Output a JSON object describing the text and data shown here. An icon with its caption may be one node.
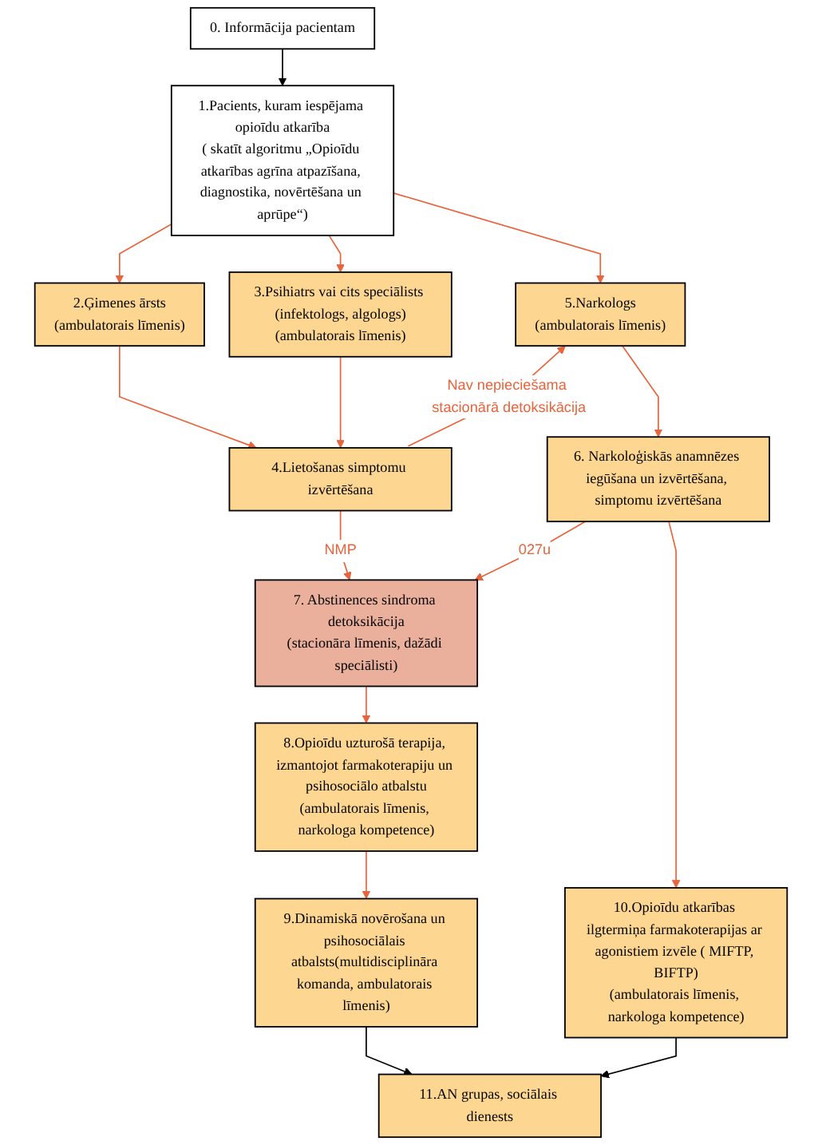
{
  "diagram": {
    "nodes": [
      {
        "text": [
          "1.Pacients, kuram iespējama opioīdu atkarība",
          "( skatīt algoritmu „Opioīdu atkarības agrīna atpazīšana, diagnostika, novērtēšana un aprūpe“)"
        ]
      },
      {
        "text": [
          "0. Informācija pacientam"
        ]
      },
      {
        "text": [
          "2.Ģimenes ārsts",
          "(ambulatorais līmenis)"
        ]
      },
      {
        "text": [
          "3.Psihiatrs vai cits speciālists (infektologs, algologs)",
          "(ambulatorais līmenis)"
        ]
      },
      {
        "text": [
          "5.Narkologs",
          "(ambulatorais līmenis)"
        ]
      },
      {
        "text": [
          "4.Lietošanas simptomu izvērtēšana"
        ]
      },
      {
        "text": [
          "6. Narkoloģiskās anamnēzes iegūšana un izvērtēšana, simptomu izvērtēšana"
        ]
      },
      {
        "text": [
          "7. Abstinences sindroma detoksikācija",
          "(stacionāra līmenis, dažādi speciālisti)"
        ]
      },
      {
        "text": [
          "8.Opioīdu uzturošā terapija, izmantojot farmakoterapiju un psihosociālo atbalstu",
          "(ambulatorais līmenis, narkologa kompetence)"
        ]
      },
      {
        "text": [
          "9.Dinamiskā novērošana un psihosociālais atbalsts(multidisciplināra komanda, ambulatorais līmenis)"
        ]
      },
      {
        "text": [
          "10.Opioīdu atkarības ilgtermiņa farmakoterapijas ar agonistiem izvēle ( MIFTP, BIFTP)",
          "(ambulatorais līmenis, narkologa kompetence)"
        ]
      },
      {
        "text": [
          "11.AN grupas, sociālais dienests"
        ]
      }
    ],
    "edges": [
      {
        "from": 1,
        "to": 0,
        "arrow": "to",
        "color": "#000000"
      },
      {
        "from": 0,
        "to": 2,
        "arrow": "to"
      },
      {
        "from": 0,
        "to": 3,
        "arrow": "to"
      },
      {
        "from": 0,
        "to": 4,
        "arrow": "to"
      },
      {
        "from": 2,
        "to": 5,
        "arrow": "to"
      },
      {
        "from": 3,
        "to": 5,
        "arrow": "to"
      },
      {
        "from": 5,
        "to": 4,
        "arrow": "to",
        "label": "Nav nepieciešama stacionārā detoksikācija"
      },
      {
        "from": 4,
        "to": 6,
        "arrow": "to"
      },
      {
        "from": 5,
        "to": 7,
        "arrow": "to",
        "label": "NMP"
      },
      {
        "from": 6,
        "to": 7,
        "arrow": "to",
        "label": "027u"
      },
      {
        "from": 6,
        "to": 10,
        "arrow": "to"
      },
      {
        "from": 7,
        "to": 8,
        "arrow": "to"
      },
      {
        "from": 8,
        "to": 9,
        "arrow": "to"
      },
      {
        "from": 9,
        "to": 11,
        "arrow": "to",
        "color": "#000000"
      },
      {
        "from": 10,
        "to": 11,
        "arrow": "to",
        "color": "#000000"
      }
    ]
  }
}
